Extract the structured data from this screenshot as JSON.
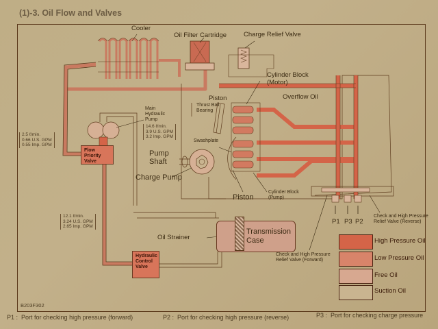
{
  "page": {
    "title": "(1)-3. Oil Flow and Valves",
    "figure_code": "B203F302"
  },
  "colors": {
    "high_pressure": "#d46448",
    "low_pressure": "#d8846a",
    "free_oil": "#d7a890",
    "suction_oil": "#c9b490",
    "line": "#5c3a1c",
    "paper": "#c0ad86"
  },
  "components": {
    "cooler": "Cooler",
    "oil_filter": "Oil Filter Cartridge",
    "charge_relief_valve": "Charge Relief Valve",
    "cylinder_block_motor": "Cylinder Block\n(Motor)",
    "cylinder_block_motor_l1": "Cylinder Block",
    "cylinder_block_motor_l2": "(Motor)",
    "piston_top": "Piston",
    "overflow_oil": "Overflow Oil",
    "thrust_ball_bearing_l1": "Thrust Ball",
    "thrust_ball_bearing_l2": "Bearing",
    "main_pump_l1": "Main",
    "main_pump_l2": "Hydraulic",
    "main_pump_l3": "Pump",
    "swashplate": "Swashplate",
    "pump_shaft_l1": "Pump",
    "pump_shaft_l2": "Shaft",
    "charge_pump": "Charge Pump",
    "piston_bottom": "Piston",
    "cylinder_block_pump_l1": "Cylinder Block",
    "cylinder_block_pump_l2": "(Pump)",
    "flow_priority_valve_l1": "Flow Priority",
    "flow_priority_valve_l2": "Valve",
    "hydraulic_control_valve_l1": "Hydraulic",
    "hydraulic_control_valve_l2": "Control",
    "hydraulic_control_valve_l3": "Valve",
    "oil_strainer": "Oil Strainer",
    "transmission_case_l1": "Transmission",
    "transmission_case_l2": "Case",
    "check_valve_forward_l1": "Check and High Pressure",
    "check_valve_forward_l2": "Relief Valve (Forward)",
    "check_valve_reverse_l1": "Check and High Pressure",
    "check_valve_reverse_l2": "Relief Valve (Reverse)",
    "port_p1": "P1",
    "port_p3": "P3",
    "port_p2": "P2"
  },
  "flow_rates": {
    "priority_branch": [
      "2.5 ℓ/min.",
      "0.66 U.S. GPM",
      "0.55 Imp. GPM"
    ],
    "main_pump": [
      "14.6 ℓ/min.",
      "3.9 U.S. GPM",
      "3.2 Imp. GPM"
    ],
    "control_valve": [
      "12.1 ℓ/min.",
      "3.24 U.S. GPM",
      "2.65 Imp. GPM"
    ]
  },
  "legend": [
    {
      "label": "High Pressure Oil",
      "key": "high_pressure"
    },
    {
      "label": "Low Pressure Oil",
      "key": "low_pressure"
    },
    {
      "label": "Free Oil",
      "key": "free_oil"
    },
    {
      "label": "Suction Oil",
      "key": "suction_oil"
    }
  ],
  "footnotes": [
    {
      "code": "P1 :",
      "text": "Port for checking high pressure (forward)"
    },
    {
      "code": "P2 :",
      "text": "Port for checking high pressure (reverse)"
    },
    {
      "code": "P3 :",
      "text": "Port for checking charge pressure"
    }
  ]
}
